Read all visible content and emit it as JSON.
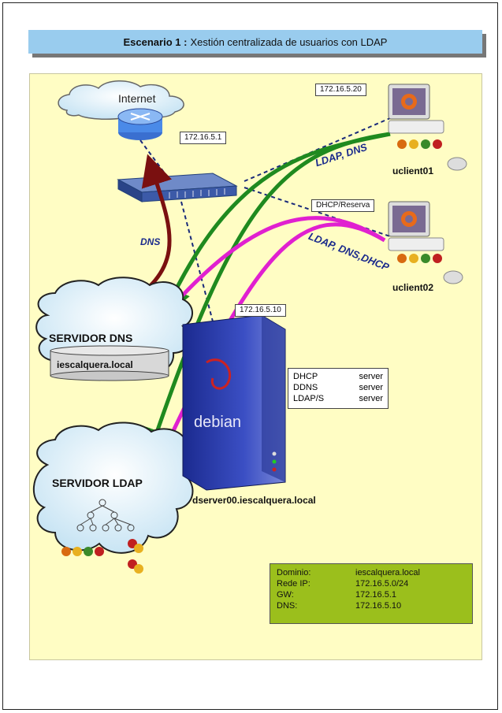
{
  "title": {
    "prefix": "Escenario 1 :",
    "text": "Xestión centralizada de usuarios con LDAP"
  },
  "diagram": {
    "internet_label": "Internet",
    "router_ip": "172.16.5.1",
    "uclient01_ip": "172.16.5.20",
    "uclient02_ip": "DHCP/Reserva",
    "server_ip": "172.16.5.10",
    "uclient01_name": "uclient01",
    "uclient02_name": "uclient02",
    "flow_client01": "LDAP, DNS",
    "flow_client02": "LDAP, DNS,DHCP",
    "flow_router": "DNS",
    "dns_server_title": "SERVIDOR DNS",
    "dns_zone": "iescalquera.local",
    "ldap_server_title": "SERVIDOR LDAP",
    "server_name": "dserver00.iescalquera.local",
    "server_brand": "debian",
    "services": [
      {
        "name": "DHCP",
        "role": "server"
      },
      {
        "name": "DDNS",
        "role": "server"
      },
      {
        "name": "LDAP/S",
        "role": "server"
      }
    ],
    "network_info": [
      {
        "key": "Dominio:",
        "value": "iescalquera.local"
      },
      {
        "key": "Rede IP:",
        "value": "172.16.5.0/24"
      },
      {
        "key": "GW:",
        "value": "172.16.5.1"
      },
      {
        "key": "DNS:",
        "value": "172.16.5.10"
      }
    ]
  },
  "colors": {
    "title_bar": "#99ccee",
    "canvas": "#fffdc4",
    "dns_flow": "#7a1010",
    "ldap_flow": "#1f8a1f",
    "dhcp_flow": "#e020d0",
    "cable": "#1a2a7a",
    "info_box": "#9bbf1c"
  }
}
